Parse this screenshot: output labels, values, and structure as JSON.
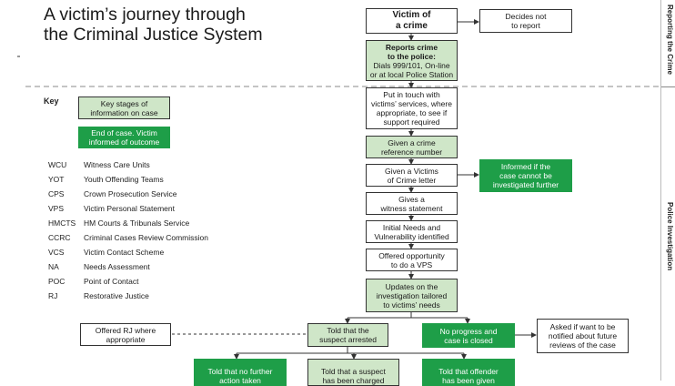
{
  "title": {
    "line1": "A victim’s journey through",
    "line2": "the Criminal Justice System"
  },
  "side_labels": {
    "reporting": "Reporting the Crime",
    "investigation": "Police Investigation"
  },
  "key": {
    "heading": "Key",
    "stage_label": "Key stages of information on case",
    "end_label": "End of case. Victim informed of outcome",
    "abbreviations": [
      {
        "abbr": "WCU",
        "full": "Witness Care Units"
      },
      {
        "abbr": "YOT",
        "full": "Youth Offending Teams"
      },
      {
        "abbr": "CPS",
        "full": "Crown Prosecution Service"
      },
      {
        "abbr": "VPS",
        "full": "Victim Personal Statement"
      },
      {
        "abbr": "HMCTS",
        "full": "HM Courts & Tribunals Service"
      },
      {
        "abbr": "CCRC",
        "full": "Criminal Cases Review Commission"
      },
      {
        "abbr": "VCS",
        "full": "Victim Contact Scheme"
      },
      {
        "abbr": "NA",
        "full": "Needs Assessment"
      },
      {
        "abbr": "POC",
        "full": "Point of Contact"
      },
      {
        "abbr": "RJ",
        "full": "Restorative Justice"
      }
    ]
  },
  "flow": {
    "victim": "Victim of\na crime",
    "decides_not": "Decides not\nto report",
    "reports_title": "Reports crime\nto the police:",
    "reports_detail": "Dials 999/101, On-line\nor at local Police Station",
    "put_in_touch": "Put in touch with\nvictims’ services, where\nappropriate, to see if\nsupport required",
    "crime_ref": "Given a crime\nreference number",
    "victims_letter": "Given a Victims\nof Crime letter",
    "informed_if": "Informed if the\ncase cannot be\ninvestigated further",
    "witness": "Gives a\nwitness statement",
    "initial_needs": "Initial Needs and\nVulnerability identified",
    "offered_vps": "Offered opportunity\nto do a VPS",
    "updates": "Updates on the\ninvestigation tailored\nto victims’ needs",
    "offered_rj": "Offered RJ where\nappropriate",
    "told_arrested": "Told that the\nsuspect arrested",
    "no_progress": "No progress and\ncase is closed",
    "asked_notified": "Asked if want to be\nnotified about future\nreviews of the case",
    "told_no_further": "Told that no further\naction taken",
    "told_charged": "Told that a suspect\nhas been charged",
    "told_offender": "Told that offender\nhas been given"
  },
  "colors": {
    "light_green": "#cfe6c8",
    "dark_green": "#1e9e48",
    "border": "#333333"
  }
}
